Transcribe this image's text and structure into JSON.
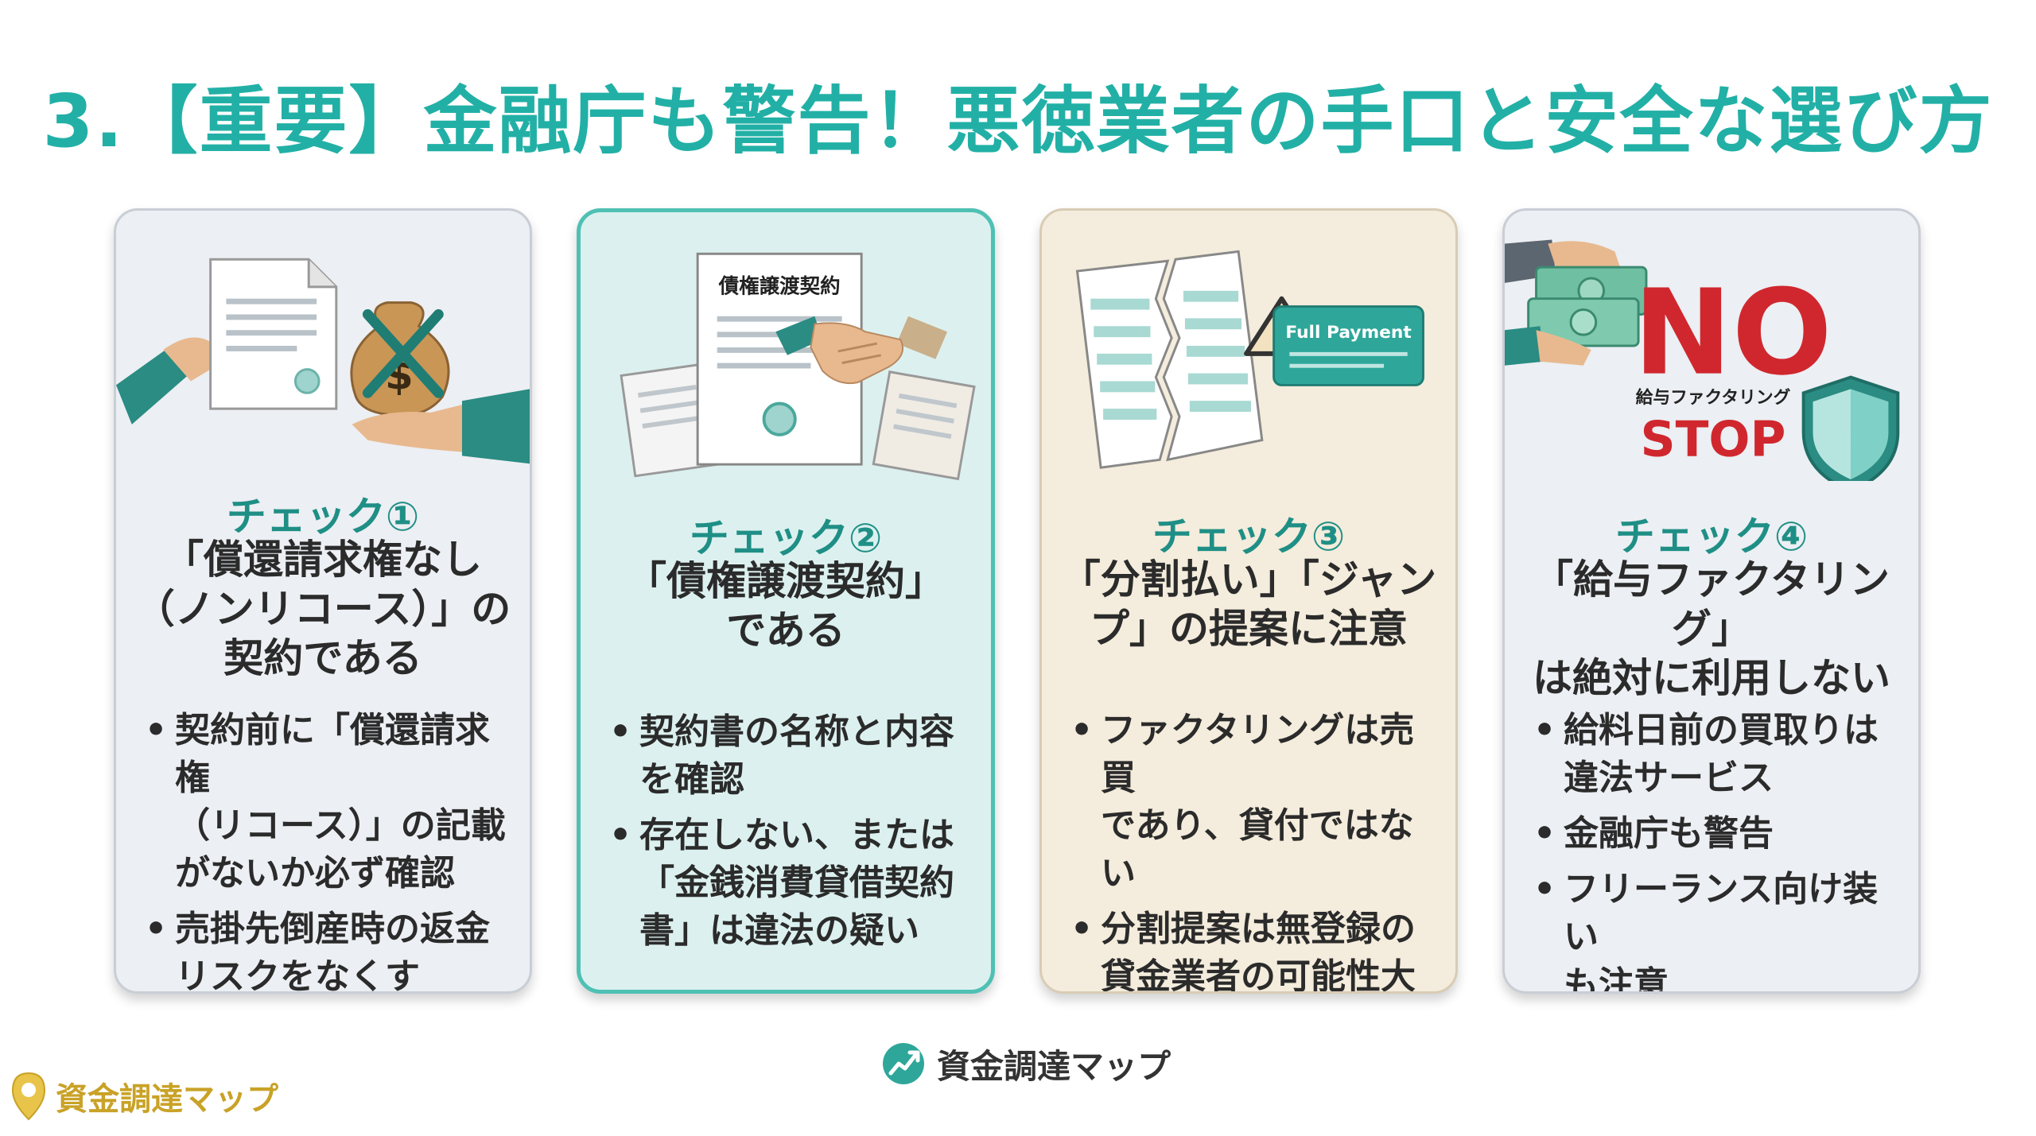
{
  "title": "3.【重要】金融庁も警告！悪徳業者の手口と安全な選び方",
  "cards": [
    {
      "check": "チェック①",
      "heading": [
        "「償還請求権なし",
        "（ノンリコース）」の",
        "契約である"
      ],
      "bullets": [
        [
          "契約前に「償還請求権",
          "（リコース）」の記載",
          "がないか必ず確認"
        ],
        [
          "売掛先倒産時の返金",
          "リスクをなくす"
        ]
      ]
    },
    {
      "check": "チェック②",
      "heading": [
        "「債権譲渡契約」",
        "である"
      ],
      "doc_label": "債権譲渡契約",
      "bullets": [
        [
          "契約書の名称と内容",
          "を確認"
        ],
        [
          "存在しない、または",
          "「金銭消費貸借契約",
          "書」は違法の疑い"
        ]
      ]
    },
    {
      "check": "チェック③",
      "heading": [
        "「分割払い」「ジャン",
        "プ」の提案に注意"
      ],
      "card_label": "Full Payment",
      "bullets": [
        [
          "ファクタリングは売買",
          "であり、貸付ではない"
        ],
        [
          "分割提案は無登録の",
          "貸金業者の可能性大"
        ]
      ]
    },
    {
      "check": "チェック④",
      "heading": [
        "「給与ファクタリング」",
        "は絶対に利用しない"
      ],
      "no_text": "NO",
      "small_label": "給与ファクタリング",
      "stop_text": "STOP",
      "bullets": [
        [
          "給料日前の買取りは",
          "違法サービス"
        ],
        [
          "金融庁も警告"
        ],
        [
          "フリーランス向け装い",
          "も注意"
        ]
      ]
    }
  ],
  "footer_brand": "資金調達マップ",
  "corner_brand": "資金調達マップ",
  "colors": {
    "title": "#22b0a6",
    "accent_teal": "#1f8f86",
    "no_red": "#d0272e",
    "brand_gold": "#c9a227"
  }
}
